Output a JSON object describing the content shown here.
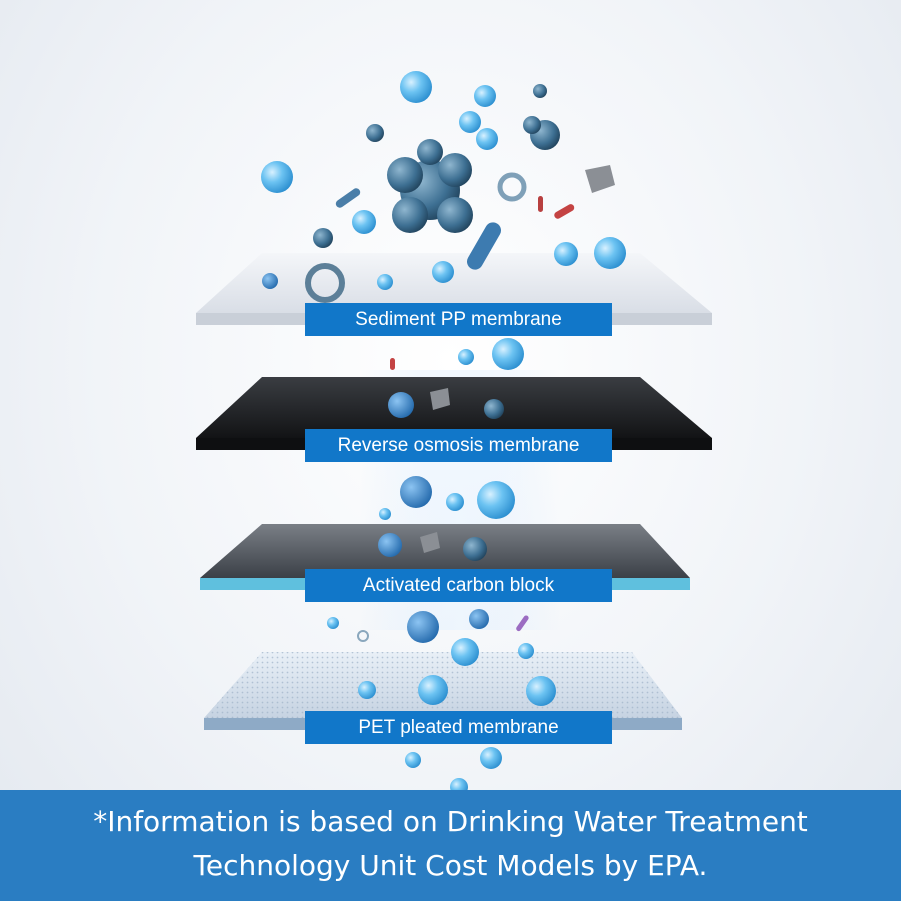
{
  "filter_layers": [
    {
      "label": "Sediment PP membrane"
    },
    {
      "label": "Reverse osmosis membrane"
    },
    {
      "label": "Activated carbon block"
    },
    {
      "label": "PET pleated membrane"
    }
  ],
  "footnote": {
    "line1": "*Information is based on Drinking Water Treatment",
    "line2": "Technology Unit Cost Models by EPA."
  },
  "colors": {
    "label_bg": "#1177c9",
    "footer_bg": "#2a7dc2",
    "water_drop": "#59b6ef",
    "microbe": "#3b6f91"
  }
}
